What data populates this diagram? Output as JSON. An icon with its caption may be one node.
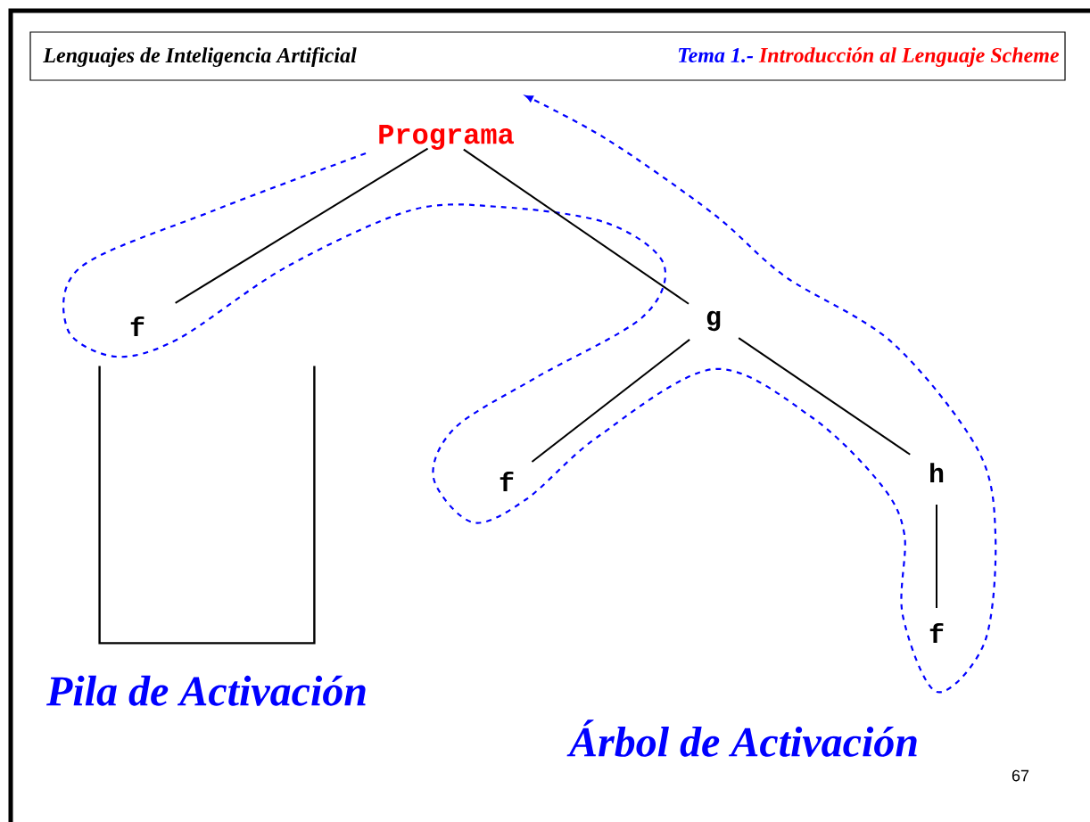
{
  "diagram": {
    "nodes": [
      {
        "text": [
          "Programa"
        ]
      },
      {
        "text": [
          "f"
        ]
      },
      {
        "text": [
          "g"
        ]
      },
      {
        "text": [
          "f"
        ]
      },
      {
        "text": [
          "h"
        ]
      },
      {
        "text": [
          "f"
        ]
      },
      {
        "text": [],
        "shape": "box",
        "beside": [
          "Pila de Activación"
        ]
      }
    ],
    "edges": [
      {
        "from": 0,
        "to": 1,
        "arrow": "none"
      },
      {
        "from": 0,
        "to": 2,
        "arrow": "none"
      },
      {
        "from": 2,
        "to": 3,
        "arrow": "none"
      },
      {
        "from": 2,
        "to": 4,
        "arrow": "none"
      },
      {
        "from": 4,
        "to": 5,
        "arrow": "none"
      }
    ],
    "labels": [
      "Lenguajes de Inteligencia Artificial",
      "Tema 1.-",
      "Introducción al Lenguaje Scheme",
      "Árbol de Activación",
      "67"
    ]
  }
}
